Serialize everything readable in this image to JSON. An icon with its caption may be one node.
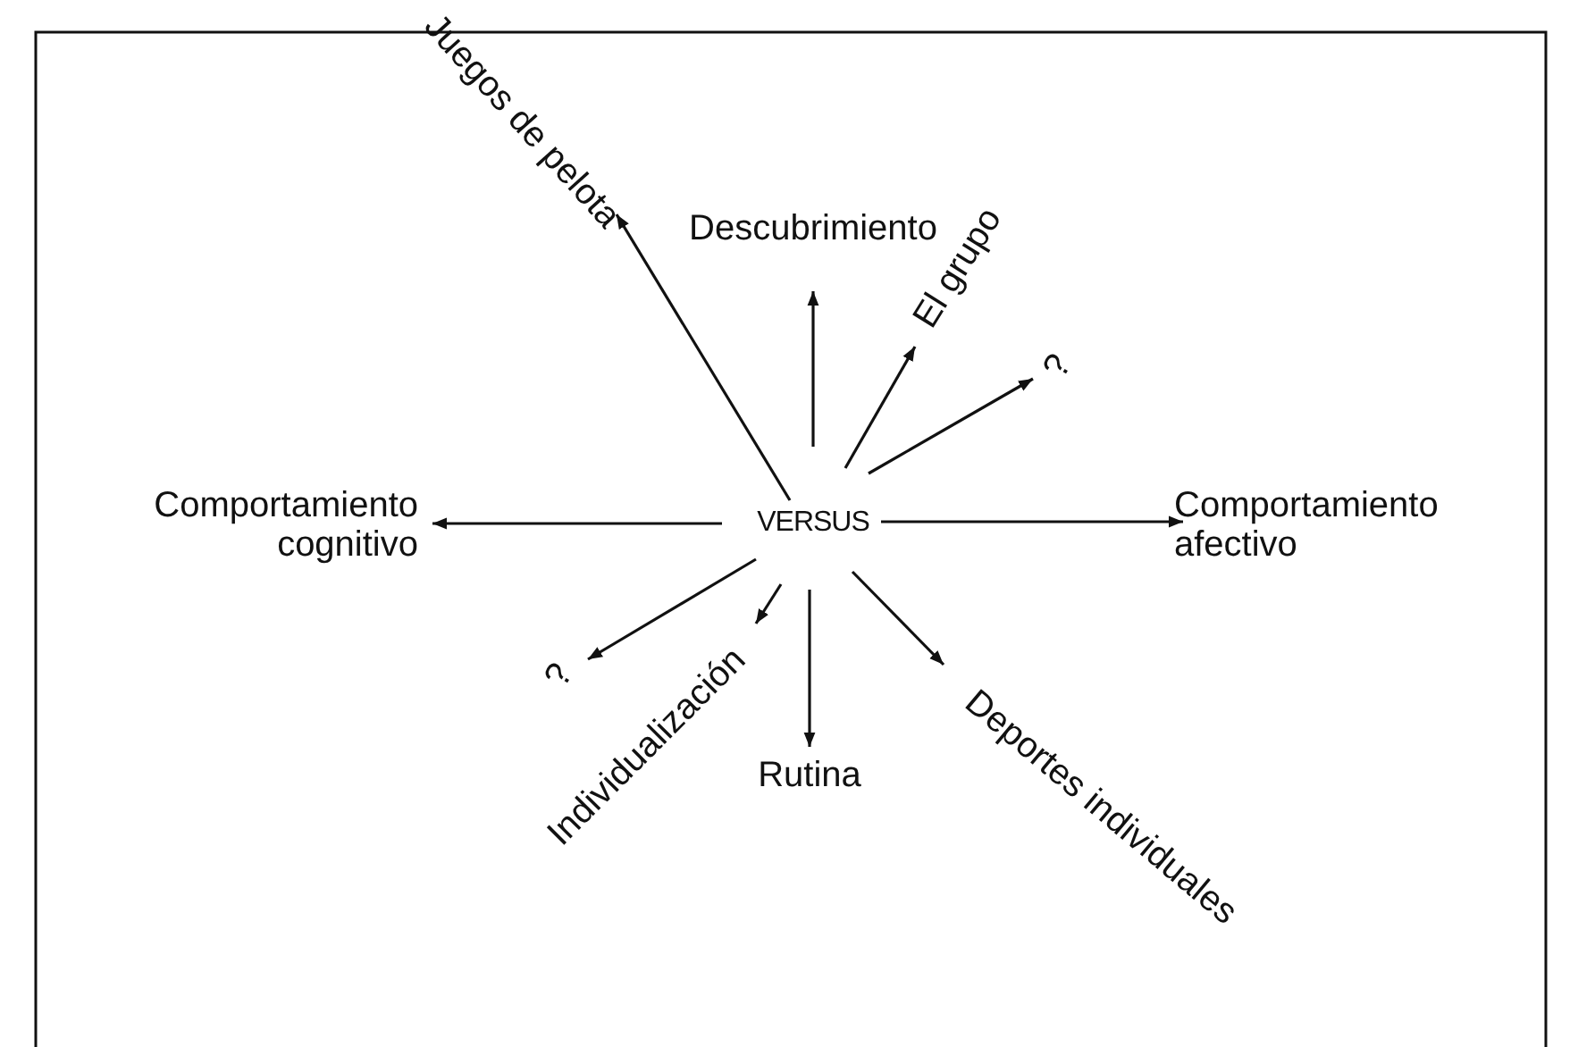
{
  "diagram": {
    "nodes": [
      {
        "text": [
          "VERSUS"
        ]
      },
      {
        "text": [
          "Juegos de pelota"
        ]
      },
      {
        "text": [
          "Descubrimiento"
        ]
      },
      {
        "text": [
          "El grupo"
        ]
      },
      {
        "text": [
          "?"
        ]
      },
      {
        "text": [
          "Comportamiento cognitivo"
        ]
      },
      {
        "text": [
          "Comportamiento afectivo"
        ]
      },
      {
        "text": [
          "?"
        ]
      },
      {
        "text": [
          "Individualización"
        ]
      },
      {
        "text": [
          "Rutina"
        ]
      },
      {
        "text": [
          "Deportes individuales"
        ]
      }
    ],
    "edges": [
      {
        "from": 0,
        "to": 1,
        "arrow": "to"
      },
      {
        "from": 0,
        "to": 2,
        "arrow": "to"
      },
      {
        "from": 0,
        "to": 3,
        "arrow": "to"
      },
      {
        "from": 0,
        "to": 4,
        "arrow": "to"
      },
      {
        "from": 0,
        "to": 5,
        "arrow": "to"
      },
      {
        "from": 0,
        "to": 6,
        "arrow": "to"
      },
      {
        "from": 0,
        "to": 7,
        "arrow": "to"
      },
      {
        "from": 0,
        "to": 8,
        "arrow": "to"
      },
      {
        "from": 0,
        "to": 9,
        "arrow": "to"
      },
      {
        "from": 0,
        "to": 10,
        "arrow": "to"
      }
    ]
  }
}
